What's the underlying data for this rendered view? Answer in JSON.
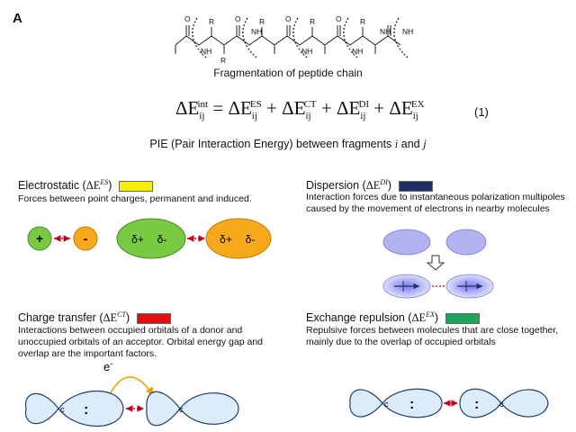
{
  "panel_label": "A",
  "peptide": {
    "atoms": [
      "O",
      "R",
      "O",
      "R",
      "O",
      "R",
      "O",
      "R",
      "NH",
      "NH",
      "NH",
      "NH",
      "NH",
      "NH",
      "R"
    ],
    "caption": "Fragmentation of peptide chain"
  },
  "equation": {
    "lhs": "ΔE",
    "lhs_sub": "ij",
    "lhs_sup": "int",
    "eq": " = ",
    "terms": [
      {
        "base": "ΔE",
        "sub": "ij",
        "sup": "ES",
        "plus": " + "
      },
      {
        "base": "ΔE",
        "sub": "ij",
        "sup": "CT",
        "plus": " + "
      },
      {
        "base": "ΔE",
        "sub": "ij",
        "sup": "DI",
        "plus": " + "
      },
      {
        "base": "ΔE",
        "sub": "ij",
        "sup": "EX",
        "plus": ""
      }
    ],
    "number": "(1)"
  },
  "pie": {
    "text": "PIE (Pair Interaction Energy) between fragments ",
    "i": "i",
    "and": " and ",
    "j": "j"
  },
  "sections": {
    "electrostatic": {
      "title": "Electrostatic (",
      "symbol": "ΔE",
      "sup": "ES",
      "close": ")",
      "color": "#f5f000",
      "desc": "Forces between point charges, permanent and induced.",
      "plus": "+",
      "minus": "-",
      "dplus": "δ+",
      "dminus": "δ-"
    },
    "dispersion": {
      "title": "Dispersion (",
      "symbol": "ΔE",
      "sup": "DI",
      "close": ")",
      "color": "#1f2f63",
      "desc": "Interaction forces due to instantaneous polarization multipoles caused by the movement of electrons in nearby molecules"
    },
    "charge_transfer": {
      "title": "Charge transfer (",
      "symbol": "ΔE",
      "sup": "CT",
      "close": ")",
      "color": "#e01010",
      "desc": "Interactions between occupied orbitals of a donor and unoccupied orbitals of an acceptor. Orbital energy gap and overlap are the important factors.",
      "electron": "e",
      "electron_sup": "-",
      "pair": ":"
    },
    "exchange": {
      "title": "Exchange repulsion (",
      "symbol": "ΔE",
      "sup": "EX",
      "close": ")",
      "color": "#1fa35a",
      "desc": "Repulsive forces between molecules that are close together, mainly due to the overlap of occupied orbitals",
      "pair": ":"
    }
  },
  "colors": {
    "orbital_fill": "#dcecf8",
    "dispersion_fill": "#b3b3f2",
    "green": "#7ac943",
    "orange": "#f7a81b",
    "arrow_red": "#c0001a"
  }
}
